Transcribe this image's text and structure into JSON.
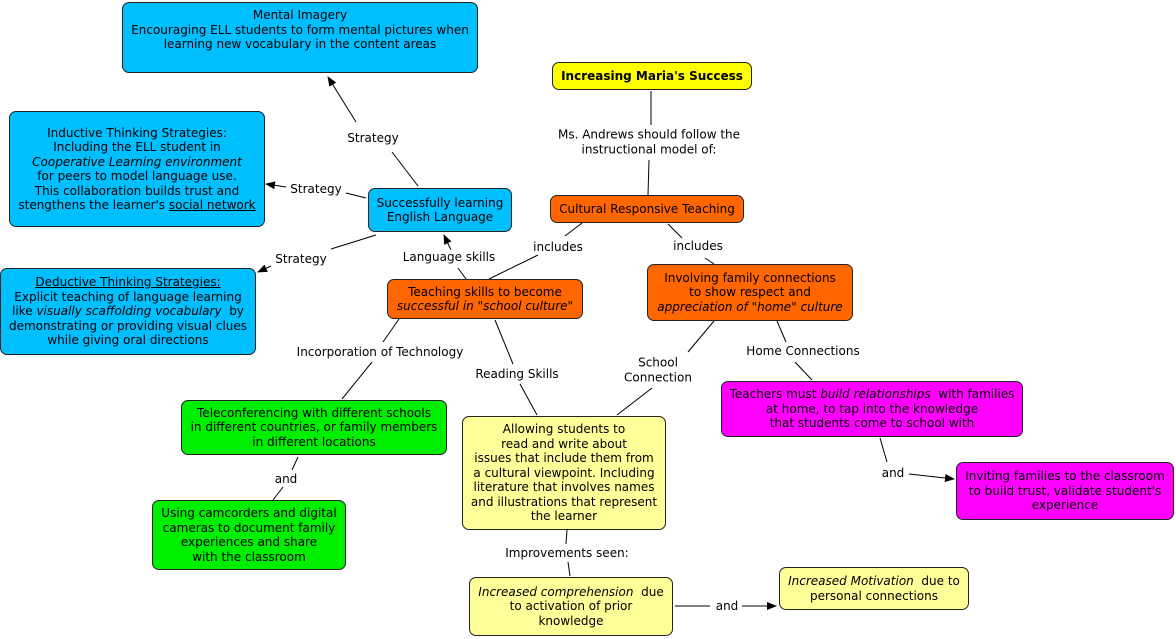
{
  "colors": {
    "blue": "#00bfff",
    "yellow": "#ffff00",
    "orange": "#ff6600",
    "green": "#00ee00",
    "light_yellow": "#ffff99",
    "magenta": "#ff00ff"
  },
  "nodes": {
    "mental_imagery": {
      "lines": [
        [
          {
            "t": "Mental Imagery"
          }
        ],
        [
          {
            "t": "Encouraging ELL students to form mental pictures when"
          }
        ],
        [
          {
            "t": "learning new vocabulary in the content areas"
          }
        ]
      ]
    },
    "inductive": {
      "lines": [
        [
          {
            "t": "Inductive Thinking Strategies:"
          }
        ],
        [
          {
            "t": "Including the ELL student in"
          }
        ],
        [
          {
            "t": "Cooperative Learning environment",
            "i": true
          }
        ],
        [
          {
            "t": "for peers to model language use."
          }
        ],
        [
          {
            "t": "This collaboration builds trust and"
          }
        ],
        [
          {
            "t": "stengthens the learner's "
          },
          {
            "t": "social network",
            "u": true
          }
        ]
      ]
    },
    "deductive": {
      "lines": [
        [
          {
            "t": "Deductive Thinking Strategies:",
            "u": true
          }
        ],
        [
          {
            "t": "Explicit teaching of language learning"
          }
        ],
        [
          {
            "t": "like "
          },
          {
            "t": "visually scaffolding vocabulary",
            "i": true
          },
          {
            "t": "  by"
          }
        ],
        [
          {
            "t": "demonstrating or providing visual clues"
          }
        ],
        [
          {
            "t": "while giving oral directions"
          }
        ]
      ]
    },
    "successfully": {
      "lines": [
        [
          {
            "t": "Successfully learning"
          }
        ],
        [
          {
            "t": "English Language"
          }
        ]
      ]
    },
    "increasing": {
      "lines": [
        [
          {
            "t": "Increasing Maria's Success"
          }
        ]
      ]
    },
    "crt": {
      "lines": [
        [
          {
            "t": "Cultural Responsive Teaching"
          }
        ]
      ]
    },
    "teaching_skills": {
      "lines": [
        [
          {
            "t": "Teaching skills to become"
          }
        ],
        [
          {
            "t": "successful in \"school culture\"",
            "i": true
          }
        ]
      ]
    },
    "involving_family": {
      "lines": [
        [
          {
            "t": "Involving family connections"
          }
        ],
        [
          {
            "t": "to show respect and"
          }
        ],
        [
          {
            "t": "appreciation of \"home\" culture",
            "i": true
          }
        ]
      ]
    },
    "teleconferencing": {
      "lines": [
        [
          {
            "t": "Teleconferencing with different schools"
          }
        ],
        [
          {
            "t": "in different countries, or family members"
          }
        ],
        [
          {
            "t": "in different locations"
          }
        ]
      ]
    },
    "camcorders": {
      "lines": [
        [
          {
            "t": "Using camcorders and digital"
          }
        ],
        [
          {
            "t": "cameras to document family"
          }
        ],
        [
          {
            "t": "experiences and share"
          }
        ],
        [
          {
            "t": "with the classroom"
          }
        ]
      ]
    },
    "allowing": {
      "lines": [
        [
          {
            "t": "Allowing students to"
          }
        ],
        [
          {
            "t": "read and write about"
          }
        ],
        [
          {
            "t": "issues that include them from"
          }
        ],
        [
          {
            "t": "a cultural viewpoint. Including"
          }
        ],
        [
          {
            "t": "literature that involves names"
          }
        ],
        [
          {
            "t": "and illustrations that represent"
          }
        ],
        [
          {
            "t": "the learner"
          }
        ]
      ]
    },
    "teachers_must": {
      "lines": [
        [
          {
            "t": "Teachers must "
          },
          {
            "t": "build relationships",
            "i": true
          },
          {
            "t": "  with families"
          }
        ],
        [
          {
            "t": "at home, to tap into the knowledge"
          }
        ],
        [
          {
            "t": "that students come to school with"
          }
        ]
      ]
    },
    "inviting": {
      "lines": [
        [
          {
            "t": "Inviting families to the classroom"
          }
        ],
        [
          {
            "t": "to build trust, validate student's"
          }
        ],
        [
          {
            "t": "experience"
          }
        ]
      ]
    },
    "increased_comprehension": {
      "lines": [
        [
          {
            "t": "Increased comprehension",
            "i": true
          },
          {
            "t": "  due"
          }
        ],
        [
          {
            "t": "to activation of prior"
          }
        ],
        [
          {
            "t": "knowledge"
          }
        ]
      ]
    },
    "increased_motivation": {
      "lines": [
        [
          {
            "t": "Increased Motivation",
            "i": true
          },
          {
            "t": "  due to"
          }
        ],
        [
          {
            "t": "personal connections"
          }
        ]
      ]
    }
  },
  "labels": {
    "strategy_top": [
      "Strategy"
    ],
    "strategy_mid": [
      "Strategy"
    ],
    "strategy_low": [
      "Strategy"
    ],
    "ms_andrews": [
      "Ms. Andrews should follow the",
      "instructional model of:"
    ],
    "includes_left": [
      "includes"
    ],
    "includes_right": [
      "includes"
    ],
    "language_skills": [
      "Language skills"
    ],
    "incorporation_tech": [
      "Incorporation of Technology"
    ],
    "reading_skills": [
      "Reading Skills"
    ],
    "school_connection": [
      "School",
      "Connection"
    ],
    "home_connections": [
      "Home Connections"
    ],
    "and_tele": [
      "and"
    ],
    "and_teachers": [
      "and"
    ],
    "improvements_seen": [
      "Improvements seen:"
    ],
    "and_bottom": [
      "and"
    ]
  }
}
